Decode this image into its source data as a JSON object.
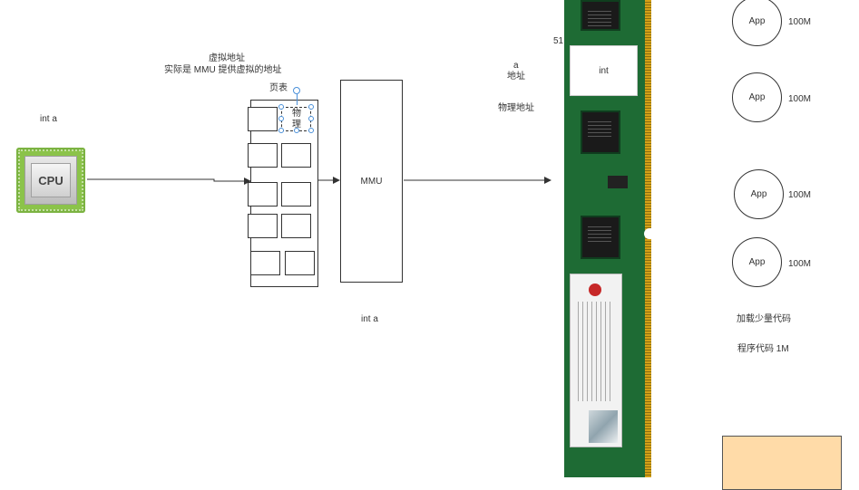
{
  "texts": {
    "int_a_left": "int  a",
    "virtual_address": "虚拟地址",
    "mmu_note": "实际是 MMU    提供虚拟的地址",
    "page_table": "页表",
    "physical_vertical": "物理",
    "mmu": "MMU",
    "int_a_bottom": "int a",
    "a": "a",
    "address": "地址",
    "physical_address": "物理地址",
    "fragment_51": "51",
    "ram_int": "int",
    "load_less_code": "加载少量代码",
    "program_code": "程序代码 1M"
  },
  "cpu": {
    "label": "CPU",
    "icon": "cpu-chip-icon"
  },
  "apps": [
    {
      "label": "App",
      "size": "100M"
    },
    {
      "label": "App",
      "size": "100M"
    },
    {
      "label": "App",
      "size": "100M"
    },
    {
      "label": "App",
      "size": "100M"
    }
  ],
  "colors": {
    "cpu_green": "#8bc34a",
    "ram_pcb": "#1e6b34",
    "peach_box": "#ffdba8",
    "selection": "#4a90d9"
  }
}
